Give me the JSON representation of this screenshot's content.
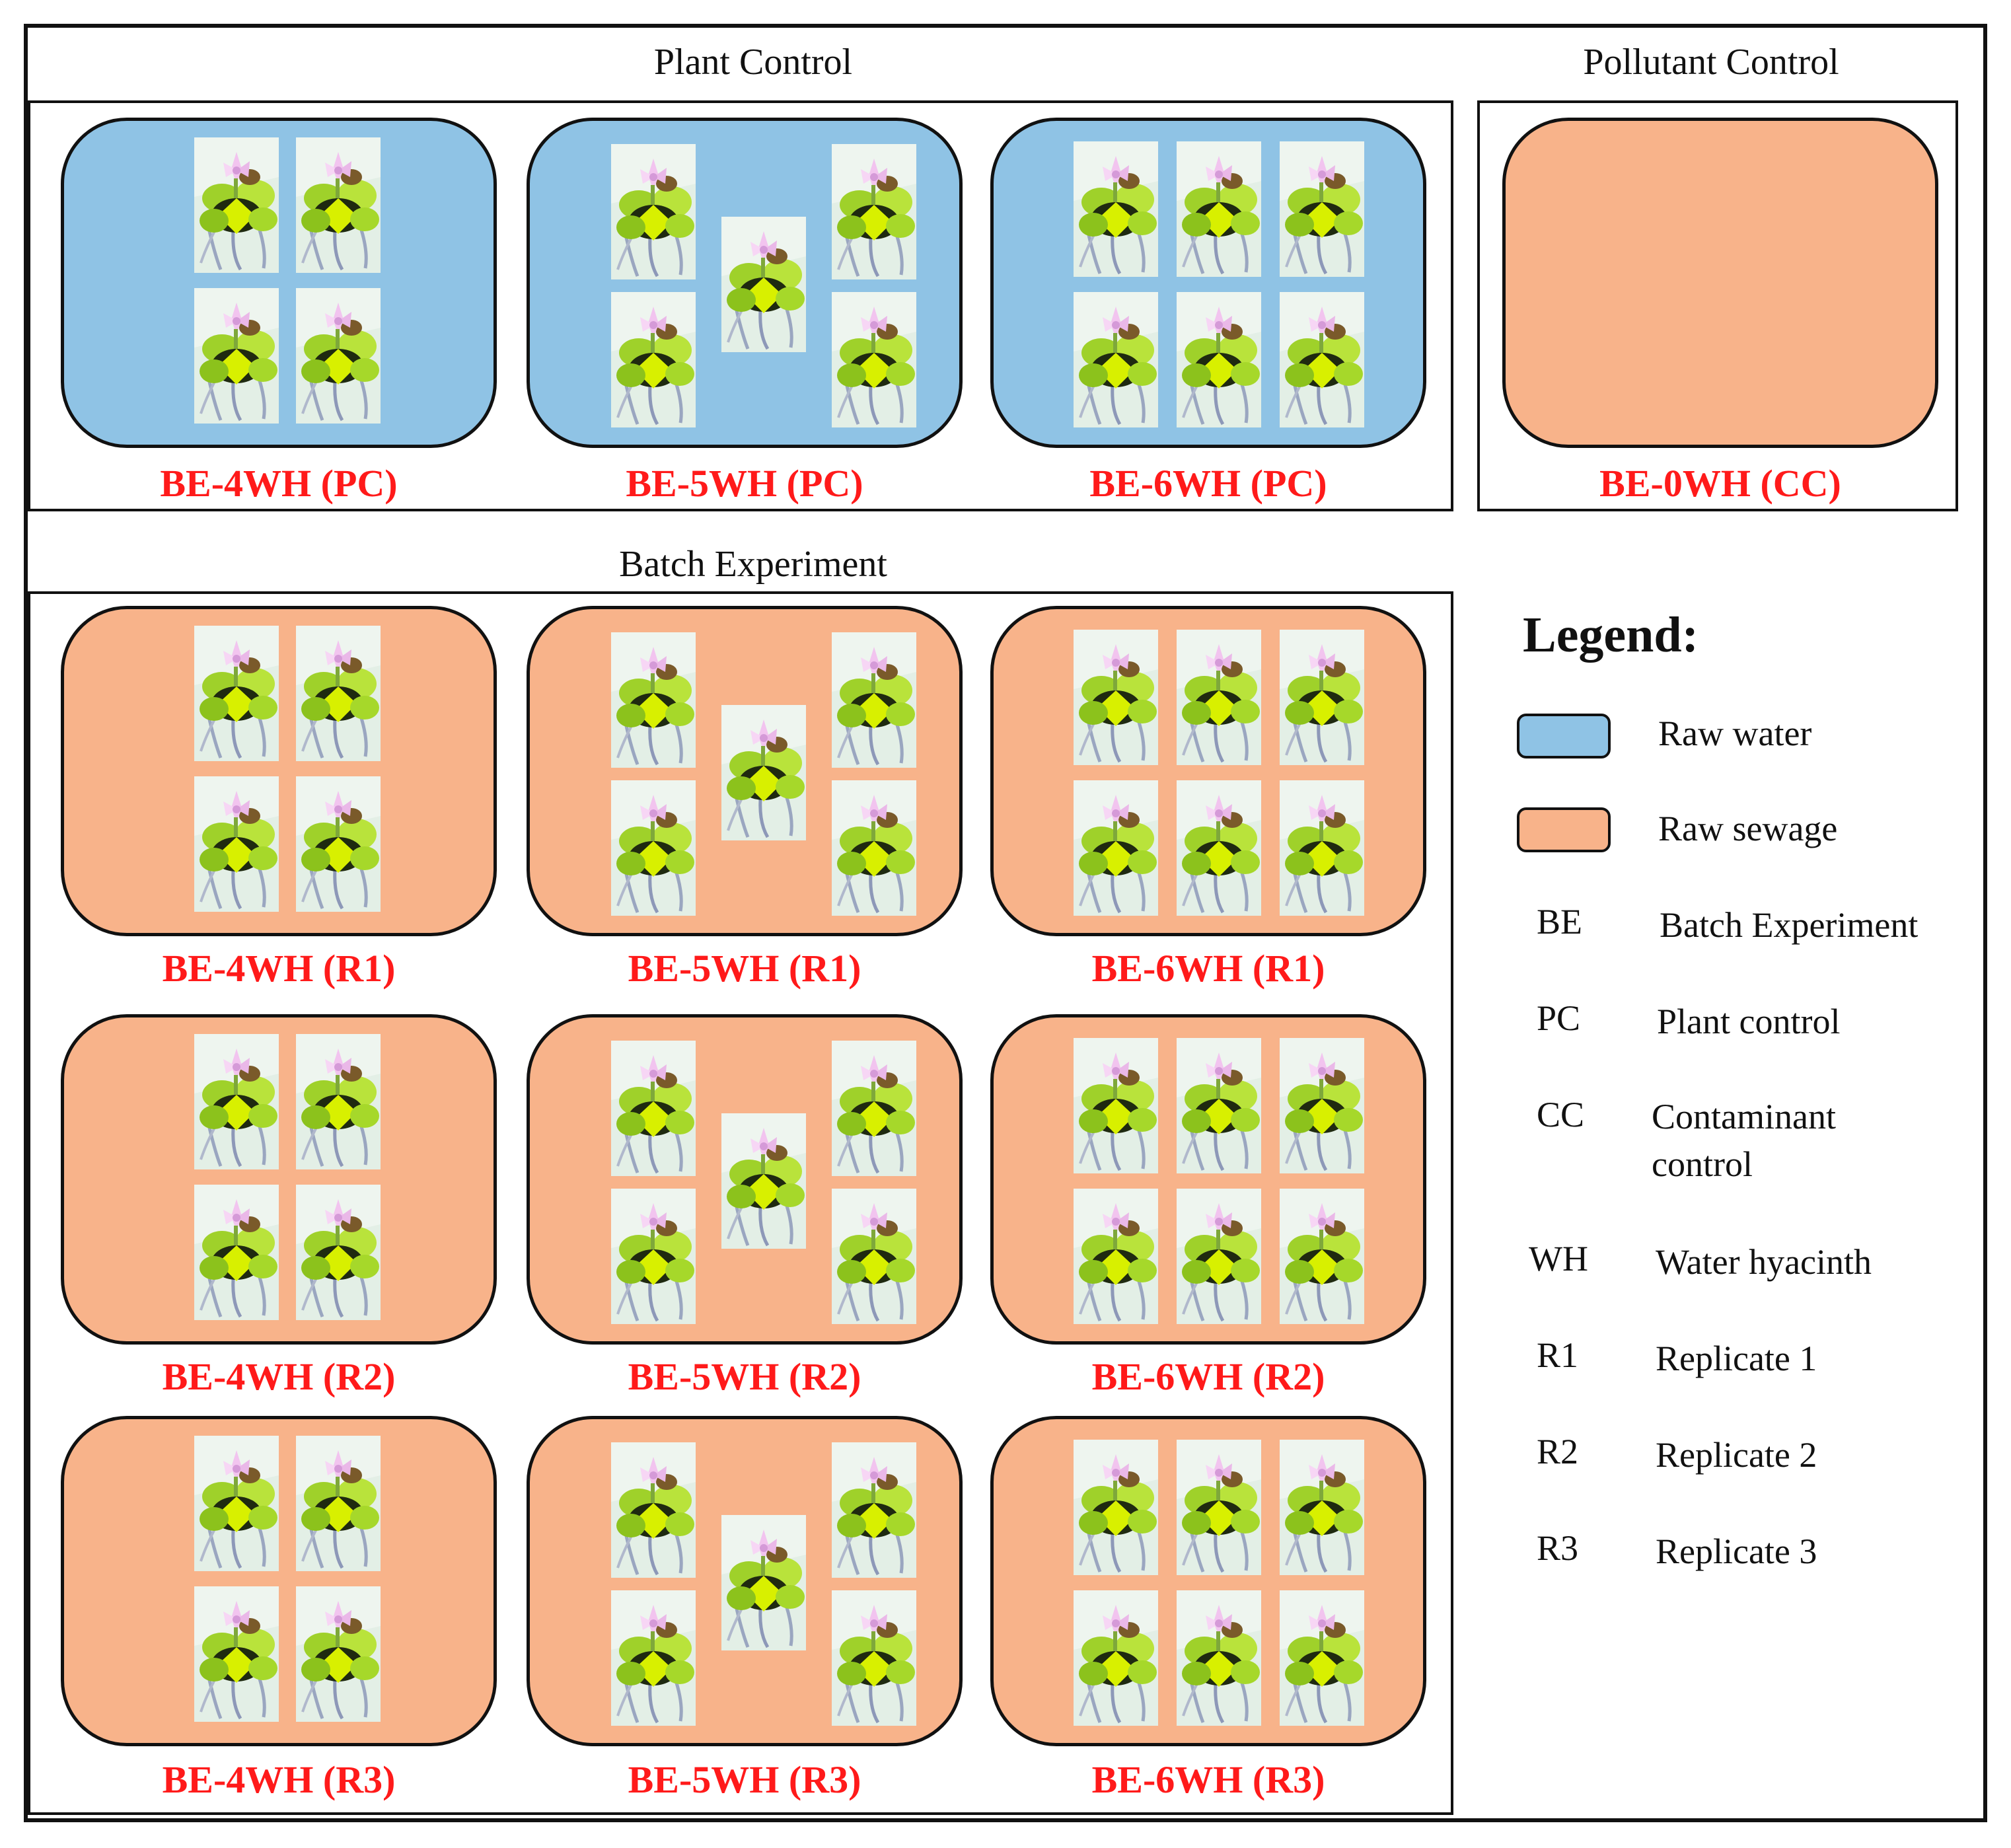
{
  "sections": {
    "plant_control": "Plant Control",
    "pollutant_control": "Pollutant Control",
    "batch_experiment": "Batch Experiment"
  },
  "colors": {
    "raw_water": "#8fc3e5",
    "raw_sewage": "#f8b38a",
    "label_red": "#ff1a1a"
  },
  "tanks": {
    "pc4": {
      "label": "BE-4WH (PC)",
      "medium": "raw_water",
      "plants": 4
    },
    "pc5": {
      "label": "BE-5WH (PC)",
      "medium": "raw_water",
      "plants": 5
    },
    "pc6": {
      "label": "BE-6WH (PC)",
      "medium": "raw_water",
      "plants": 6
    },
    "cc0": {
      "label": "BE-0WH (CC)",
      "medium": "raw_sewage",
      "plants": 0
    },
    "r1_4": {
      "label": "BE-4WH (R1)",
      "medium": "raw_sewage",
      "plants": 4
    },
    "r1_5": {
      "label": "BE-5WH (R1)",
      "medium": "raw_sewage",
      "plants": 5
    },
    "r1_6": {
      "label": "BE-6WH (R1)",
      "medium": "raw_sewage",
      "plants": 6
    },
    "r2_4": {
      "label": "BE-4WH (R2)",
      "medium": "raw_sewage",
      "plants": 4
    },
    "r2_5": {
      "label": "BE-5WH (R2)",
      "medium": "raw_sewage",
      "plants": 5
    },
    "r2_6": {
      "label": "BE-6WH (R2)",
      "medium": "raw_sewage",
      "plants": 6
    },
    "r3_4": {
      "label": "BE-4WH (R3)",
      "medium": "raw_sewage",
      "plants": 4
    },
    "r3_5": {
      "label": "BE-5WH (R3)",
      "medium": "raw_sewage",
      "plants": 5
    },
    "r3_6": {
      "label": "BE-6WH (R3)",
      "medium": "raw_sewage",
      "plants": 6
    }
  },
  "legend": {
    "title": "Legend:",
    "raw_water": "Raw water",
    "raw_sewage": "Raw sewage",
    "items": [
      {
        "abbr": "BE",
        "desc": "Batch Experiment"
      },
      {
        "abbr": "PC",
        "desc": "Plant control"
      },
      {
        "abbr": "CC",
        "desc": "Contaminant\ncontrol"
      },
      {
        "abbr": "WH",
        "desc": "Water hyacinth"
      },
      {
        "abbr": "R1",
        "desc": "Replicate 1"
      },
      {
        "abbr": "R2",
        "desc": "Replicate 2"
      },
      {
        "abbr": "R3",
        "desc": "Replicate 3"
      }
    ]
  }
}
